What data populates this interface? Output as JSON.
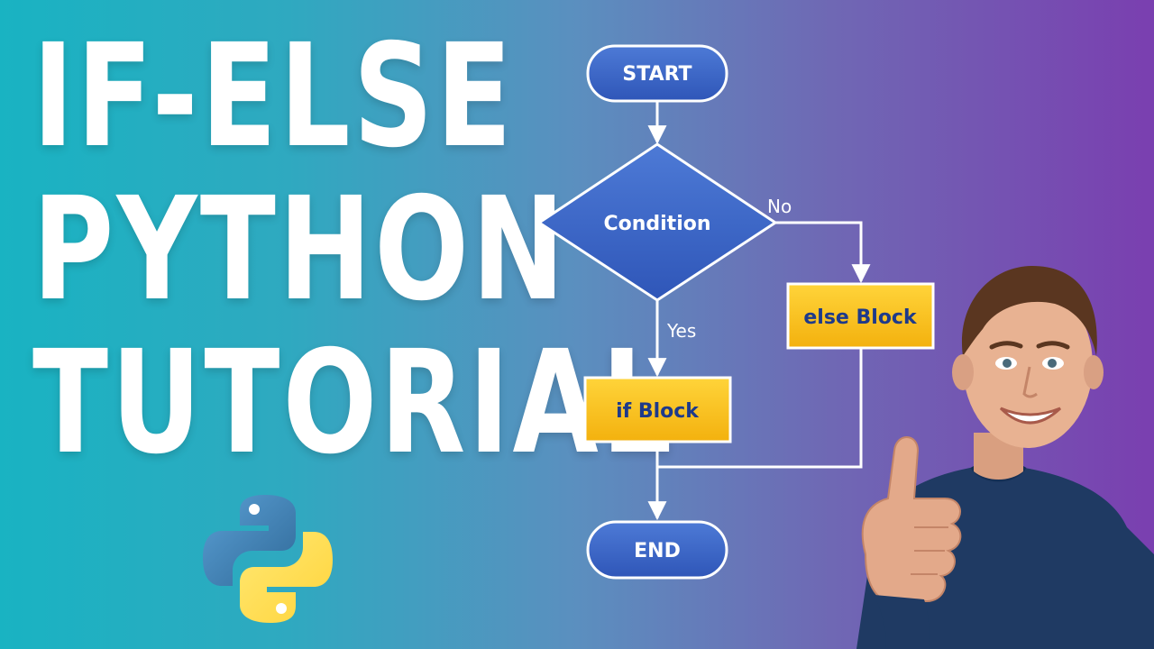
{
  "title": {
    "line1": "IF-ELSE",
    "line2": "PYTHON",
    "line3": "TUTORIAL"
  },
  "flowchart": {
    "start": "START",
    "condition": "Condition",
    "yes_label": "Yes",
    "no_label": "No",
    "if_block": "if Block",
    "else_block": "else Block",
    "end": "END"
  },
  "icons": {
    "logo": "python-logo-icon",
    "presenter": "presenter-thumbs-up"
  },
  "colors": {
    "node_blue": "#3b66c9",
    "node_yellow": "#f7c21b",
    "line": "#ffffff"
  }
}
